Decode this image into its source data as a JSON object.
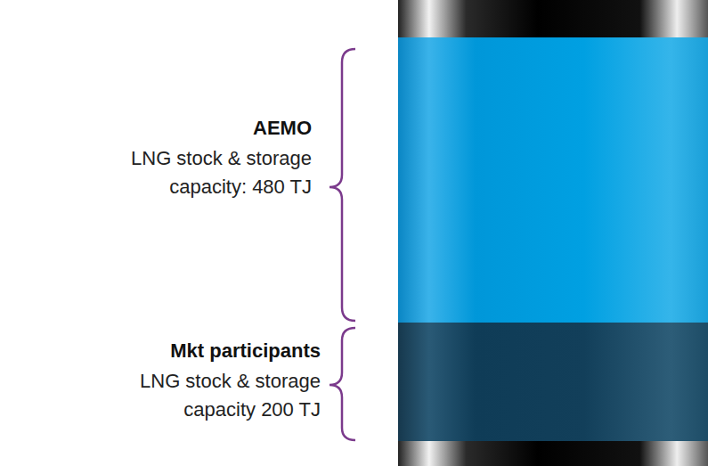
{
  "diagram": {
    "labels": [
      "AEMO",
      "LNG stock & storage capacity: 480 TJ",
      "Mkt participants",
      "LNG stock & storage capacity 200 TJ"
    ]
  }
}
